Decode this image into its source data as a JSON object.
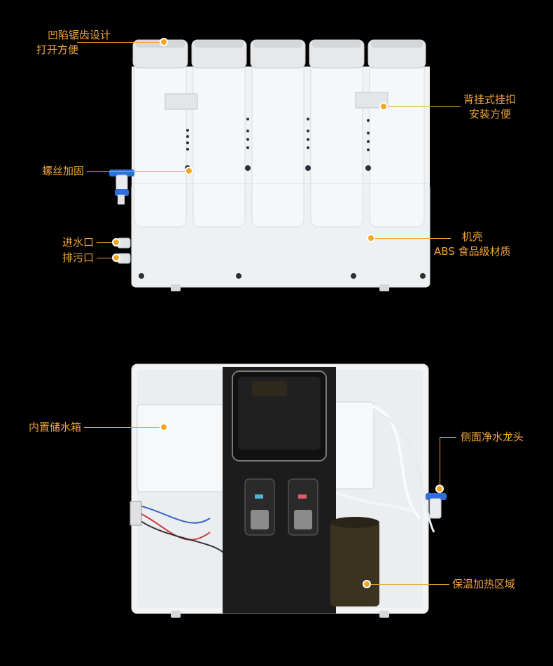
{
  "top_product": {
    "callouts": {
      "serrated_cap": [
        "凹陷锯齿设计",
        "打开方便"
      ],
      "back_hook": [
        "背挂式挂扣",
        "安装方便"
      ],
      "screw": [
        "螺丝加固"
      ],
      "inlet": [
        "进水口"
      ],
      "drain": [
        "排污口"
      ],
      "housing": [
        "机壳",
        "ABS 食品级材质"
      ]
    }
  },
  "bottom_product": {
    "callouts": {
      "tank": [
        "内置储水箱"
      ],
      "side_faucet": [
        "侧面净水龙头"
      ],
      "heating": [
        "保温加热区域"
      ]
    }
  },
  "colors": {
    "accent": "#f0a43a",
    "background": "#000000",
    "housing": "#f2f4f6",
    "faucet": "#2f6fd8"
  }
}
